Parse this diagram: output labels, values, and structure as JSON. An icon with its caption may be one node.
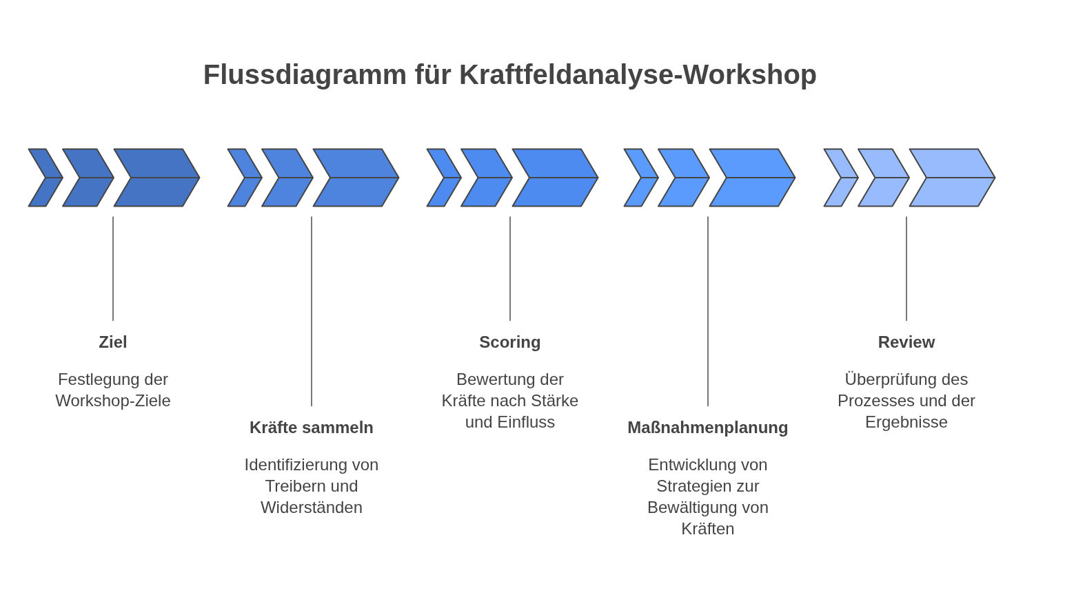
{
  "diagram": {
    "title": "Flussdiagramm für Kraftfeldanalyse-Workshop",
    "nodes": [
      {
        "text": [],
        "shape": "chevron"
      },
      {
        "text": [
          "Ziel",
          "Festlegung der Workshop-Ziele"
        ]
      },
      {
        "text": [],
        "shape": "chevron"
      },
      {
        "text": [
          "Kräfte sammeln",
          "Identifizierung von Treibern und Widerständen"
        ]
      },
      {
        "text": [],
        "shape": "chevron"
      },
      {
        "text": [
          "Scoring",
          "Bewertung der Kräfte nach Stärke und Einfluss"
        ]
      },
      {
        "text": [],
        "shape": "chevron"
      },
      {
        "text": [
          "Maßnahmenplanung",
          "Entwicklung von Strategien zur Bewältigung von Kräften"
        ]
      },
      {
        "text": [],
        "shape": "chevron"
      },
      {
        "text": [
          "Review",
          "Überprüfung des Prozesses und der Ergebnisse"
        ]
      }
    ],
    "edges": [
      {
        "from": 1,
        "to": 0,
        "arrow": "none"
      },
      {
        "from": 3,
        "to": 2,
        "arrow": "none"
      },
      {
        "from": 5,
        "to": 4,
        "arrow": "none"
      },
      {
        "from": 7,
        "to": 6,
        "arrow": "none"
      },
      {
        "from": 9,
        "to": 8,
        "arrow": "none"
      }
    ]
  }
}
